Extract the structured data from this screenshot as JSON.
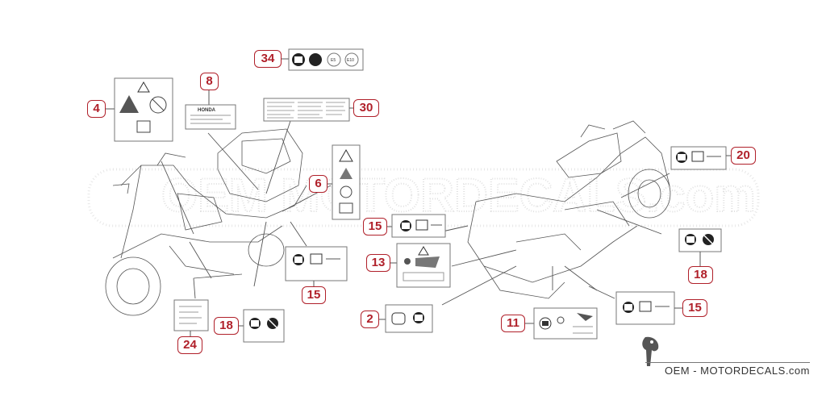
{
  "callouts": [
    {
      "id": "c34",
      "label": "34"
    },
    {
      "id": "c4",
      "label": "4"
    },
    {
      "id": "c8",
      "label": "8"
    },
    {
      "id": "c30",
      "label": "30"
    },
    {
      "id": "c6",
      "label": "6"
    },
    {
      "id": "c15a",
      "label": "15"
    },
    {
      "id": "c13",
      "label": "13"
    },
    {
      "id": "c15b",
      "label": "15"
    },
    {
      "id": "c2",
      "label": "2"
    },
    {
      "id": "c11",
      "label": "11"
    },
    {
      "id": "c18a",
      "label": "18"
    },
    {
      "id": "c24",
      "label": "24"
    },
    {
      "id": "c20",
      "label": "20"
    },
    {
      "id": "c18b",
      "label": "18"
    },
    {
      "id": "c15c",
      "label": "15"
    }
  ],
  "labels": {
    "honda": "HONDA",
    "e5": "E5",
    "e10": "E10"
  },
  "footer": {
    "brand": "OEM - MOTORDECALS.com"
  },
  "colors": {
    "callout": "#b0202a",
    "line": "#555555"
  }
}
